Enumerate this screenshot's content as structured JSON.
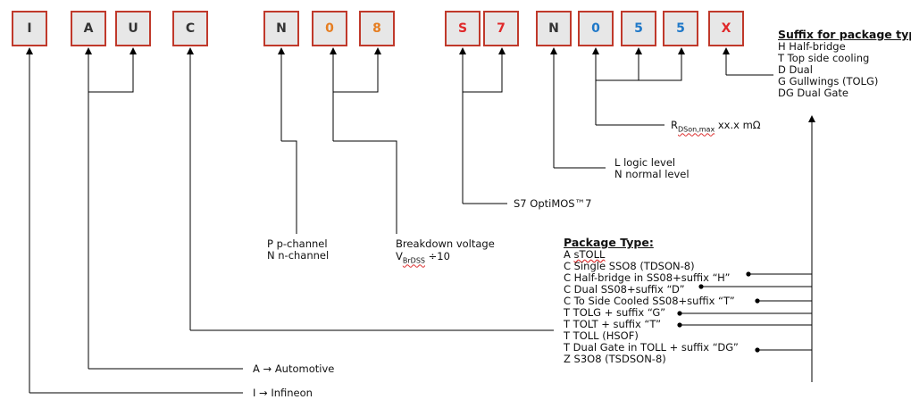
{
  "boxes": [
    {
      "char": "I",
      "color": "#333333"
    },
    {
      "char": "A",
      "color": "#333333"
    },
    {
      "char": "U",
      "color": "#333333"
    },
    {
      "char": "C",
      "color": "#333333"
    },
    {
      "char": "N",
      "color": "#333333"
    },
    {
      "char": "0",
      "color": "#e67e22"
    },
    {
      "char": "8",
      "color": "#e67e22"
    },
    {
      "char": "S",
      "color": "#e0282a"
    },
    {
      "char": "7",
      "color": "#e0282a"
    },
    {
      "char": "N",
      "color": "#333333"
    },
    {
      "char": "0",
      "color": "#1f78c8"
    },
    {
      "char": "5",
      "color": "#1f78c8"
    },
    {
      "char": "5",
      "color": "#1f78c8"
    },
    {
      "char": "X",
      "color": "#e0282a"
    }
  ],
  "suffix": {
    "title": "Suffix for package type",
    "lines": [
      "H  Half-bridge",
      "T  Top side cooling",
      "D  Dual",
      "G  Gullwings (TOLG)",
      "DG Dual Gate"
    ]
  },
  "rds": {
    "prefix": "R",
    "sub": "DSon,max",
    "value": "xx.x mΩ"
  },
  "logic": {
    "lines": [
      "L logic level",
      "N normal level"
    ]
  },
  "tech": {
    "text": "S7 OptiMOS™7"
  },
  "channel": {
    "lines": [
      "P  p-channel",
      "N  n-channel"
    ]
  },
  "breakdown": {
    "title": "Breakdown voltage",
    "prefix": "V",
    "sub": "BrDSS",
    "value": " ÷10"
  },
  "package": {
    "title": "Package Type:",
    "lines": [
      "A  sTOLL",
      "C  Single SSO8 (TDSON-8)",
      "C  Half-bridge in SS08+suffix “H”",
      "C  Dual SS08+suffix “D”",
      "C  To Side Cooled SS08+suffix “T”",
      "T  TOLG  + suffix “G”",
      "T  TOLT  + suffix “T”",
      "T  TOLL (HSOF)",
      "T  Dual Gate in TOLL + suffix “DG”",
      "Z  S3O8 (TSDSON-8)"
    ]
  },
  "automotive": {
    "text": "A → Automotive"
  },
  "infineon": {
    "text": "I → Infineon"
  }
}
